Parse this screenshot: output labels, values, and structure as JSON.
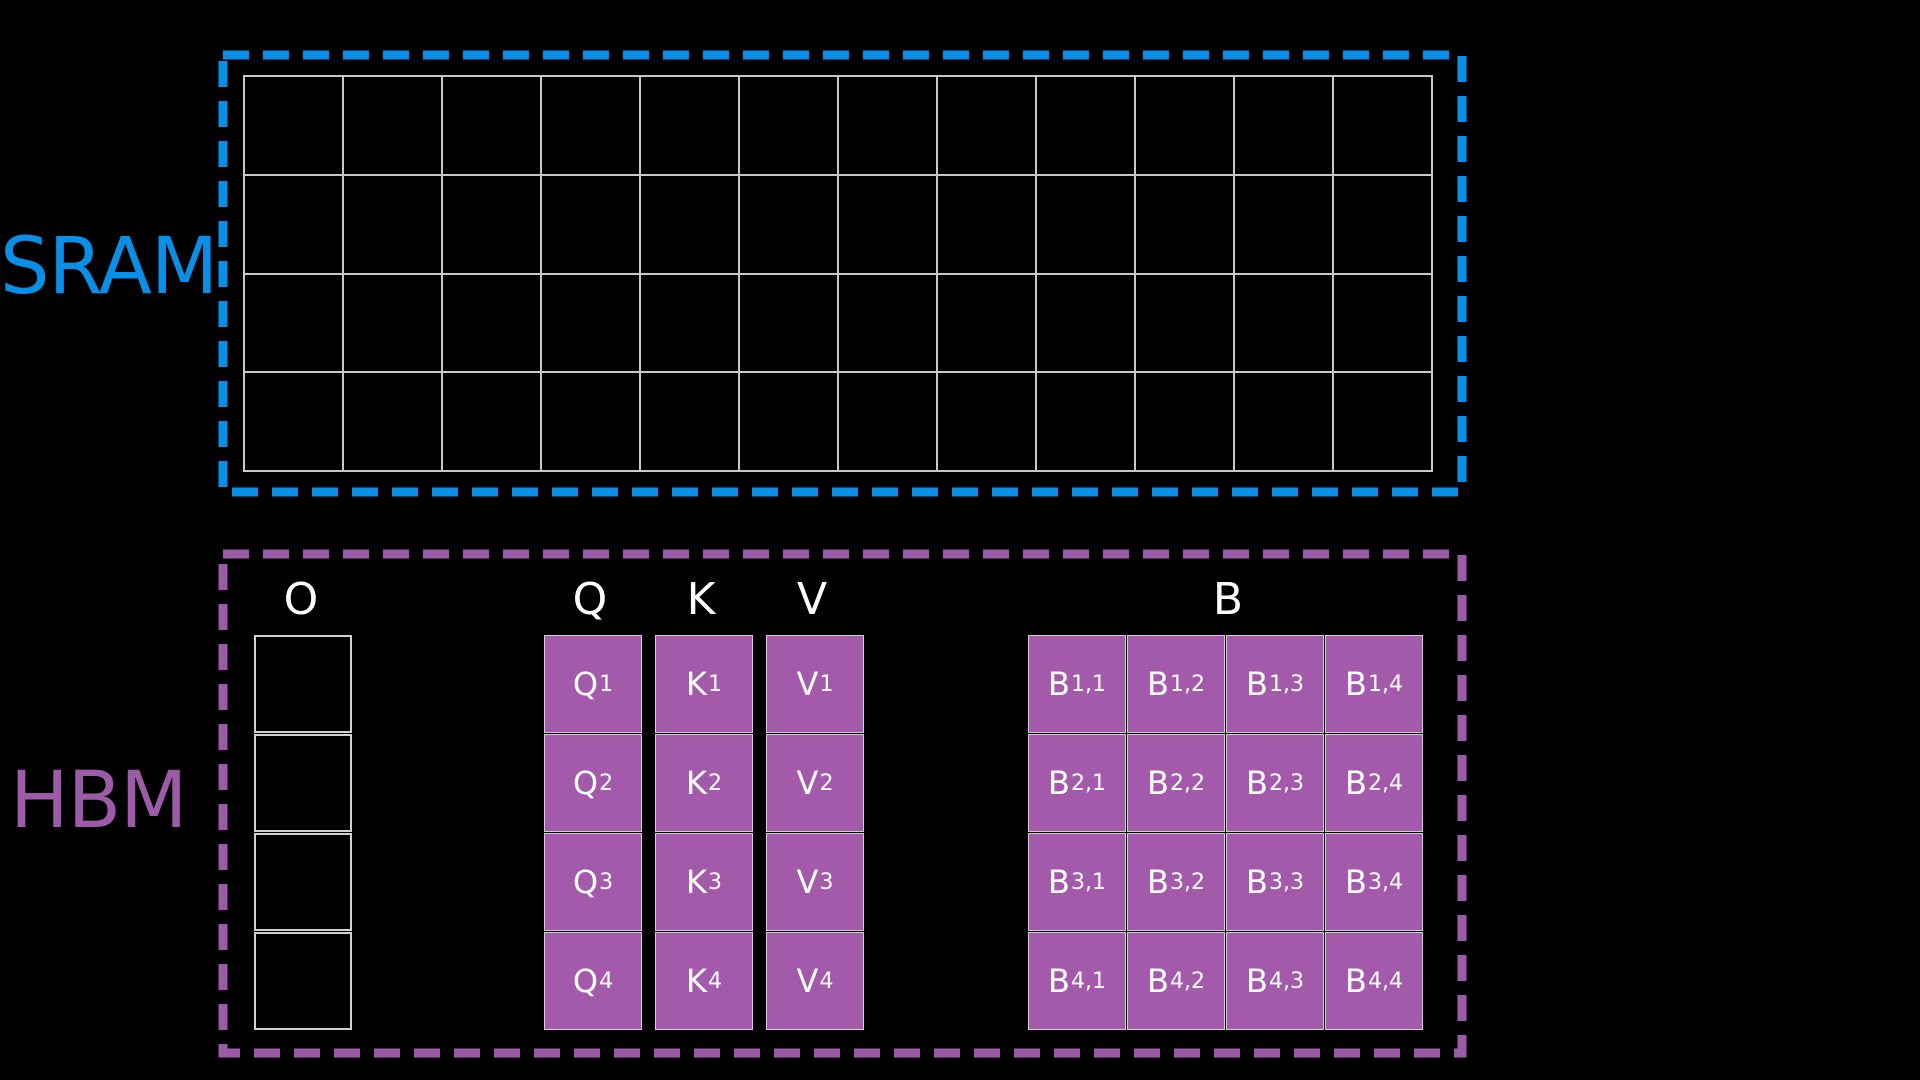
{
  "labels": {
    "sram": "SRAM",
    "hbm": "HBM"
  },
  "colors": {
    "sram_accent": "#0a8fe6",
    "hbm_accent": "#9b5ba7",
    "block_fill": "#a35aab",
    "grid_line": "#c8c8c8",
    "background": "#000000"
  },
  "sram": {
    "grid_rows": 4,
    "grid_cols": 12
  },
  "hbm": {
    "matrices": [
      {
        "id": "O",
        "title": "O",
        "filled": false,
        "blocks": [
          [
            "",
            ""
          ],
          [
            "",
            ""
          ],
          [
            "",
            ""
          ],
          [
            "",
            ""
          ]
        ]
      },
      {
        "id": "Q",
        "title": "Q",
        "filled": true,
        "blocks": [
          [
            "Q",
            "1"
          ],
          [
            "Q",
            "2"
          ],
          [
            "Q",
            "3"
          ],
          [
            "Q",
            "4"
          ]
        ]
      },
      {
        "id": "K",
        "title": "K",
        "filled": true,
        "blocks": [
          [
            "K",
            "1"
          ],
          [
            "K",
            "2"
          ],
          [
            "K",
            "3"
          ],
          [
            "K",
            "4"
          ]
        ]
      },
      {
        "id": "V",
        "title": "V",
        "filled": true,
        "blocks": [
          [
            "V",
            "1"
          ],
          [
            "V",
            "2"
          ],
          [
            "V",
            "3"
          ],
          [
            "V",
            "4"
          ]
        ]
      },
      {
        "id": "B",
        "title": "B",
        "filled": true,
        "blocks": [
          [
            "B",
            "1,1"
          ],
          [
            "B",
            "1,2"
          ],
          [
            "B",
            "1,3"
          ],
          [
            "B",
            "1,4"
          ],
          [
            "B",
            "2,1"
          ],
          [
            "B",
            "2,2"
          ],
          [
            "B",
            "2,3"
          ],
          [
            "B",
            "2,4"
          ],
          [
            "B",
            "3,1"
          ],
          [
            "B",
            "3,2"
          ],
          [
            "B",
            "3,3"
          ],
          [
            "B",
            "3,4"
          ],
          [
            "B",
            "4,1"
          ],
          [
            "B",
            "4,2"
          ],
          [
            "B",
            "4,3"
          ],
          [
            "B",
            "4,4"
          ]
        ]
      }
    ]
  }
}
